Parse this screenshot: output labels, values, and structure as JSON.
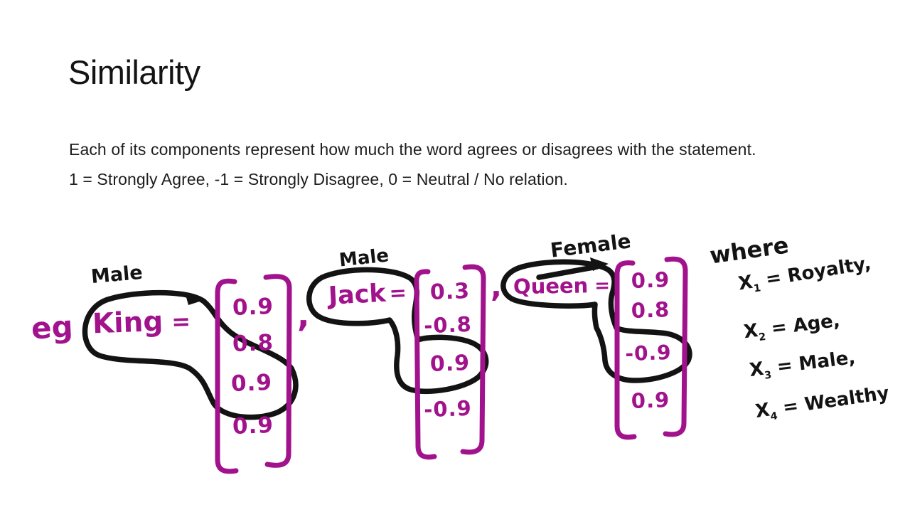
{
  "slide": {
    "title": "Similarity",
    "body_line1": "Each of its components represent how much the word agrees or disagrees with the statement.",
    "body_line2": "1 = Strongly Agree, -1 = Strongly Disagree, 0 = Neutral / No relation."
  },
  "annotation": {
    "eg_label": "eg",
    "separator": ",",
    "ink_magenta": "#A1128C",
    "ink_black": "#131313"
  },
  "vectors": [
    {
      "name": "King",
      "eq": "=",
      "tag": "Male",
      "values": [
        "0.9",
        "0.8",
        "0.9",
        "0.9"
      ],
      "circled_row": 3
    },
    {
      "name": "Jack",
      "eq": "=",
      "tag": "Male",
      "values": [
        "0.3",
        "-0.8",
        "0.9",
        "-0.9"
      ],
      "circled_row": 3
    },
    {
      "name": "Queen",
      "eq": "=",
      "tag": "Female",
      "values": [
        "0.9",
        "0.8",
        "-0.9",
        "0.9"
      ],
      "circled_row": 3
    }
  ],
  "legend": {
    "where_label": "where",
    "entries": [
      {
        "var": "X",
        "sub": "1",
        "eq": "=",
        "value": "Royalty,"
      },
      {
        "var": "X",
        "sub": "2",
        "eq": "=",
        "value": "Age,"
      },
      {
        "var": "X",
        "sub": "3",
        "eq": "=",
        "value": "Male,"
      },
      {
        "var": "X",
        "sub": "4",
        "eq": "=",
        "value": "Wealthy"
      }
    ]
  }
}
